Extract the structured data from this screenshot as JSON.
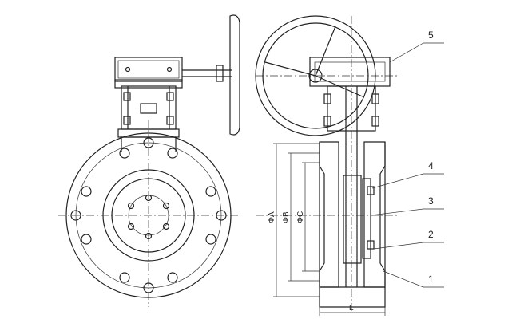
{
  "labels": {
    "part1": "1",
    "part2": "2",
    "part3": "3",
    "part4": "4",
    "part5": "5",
    "dim_a": "ΦA",
    "dim_b": "ΦB",
    "dim_c": "ΦC",
    "dim_l": "L"
  }
}
